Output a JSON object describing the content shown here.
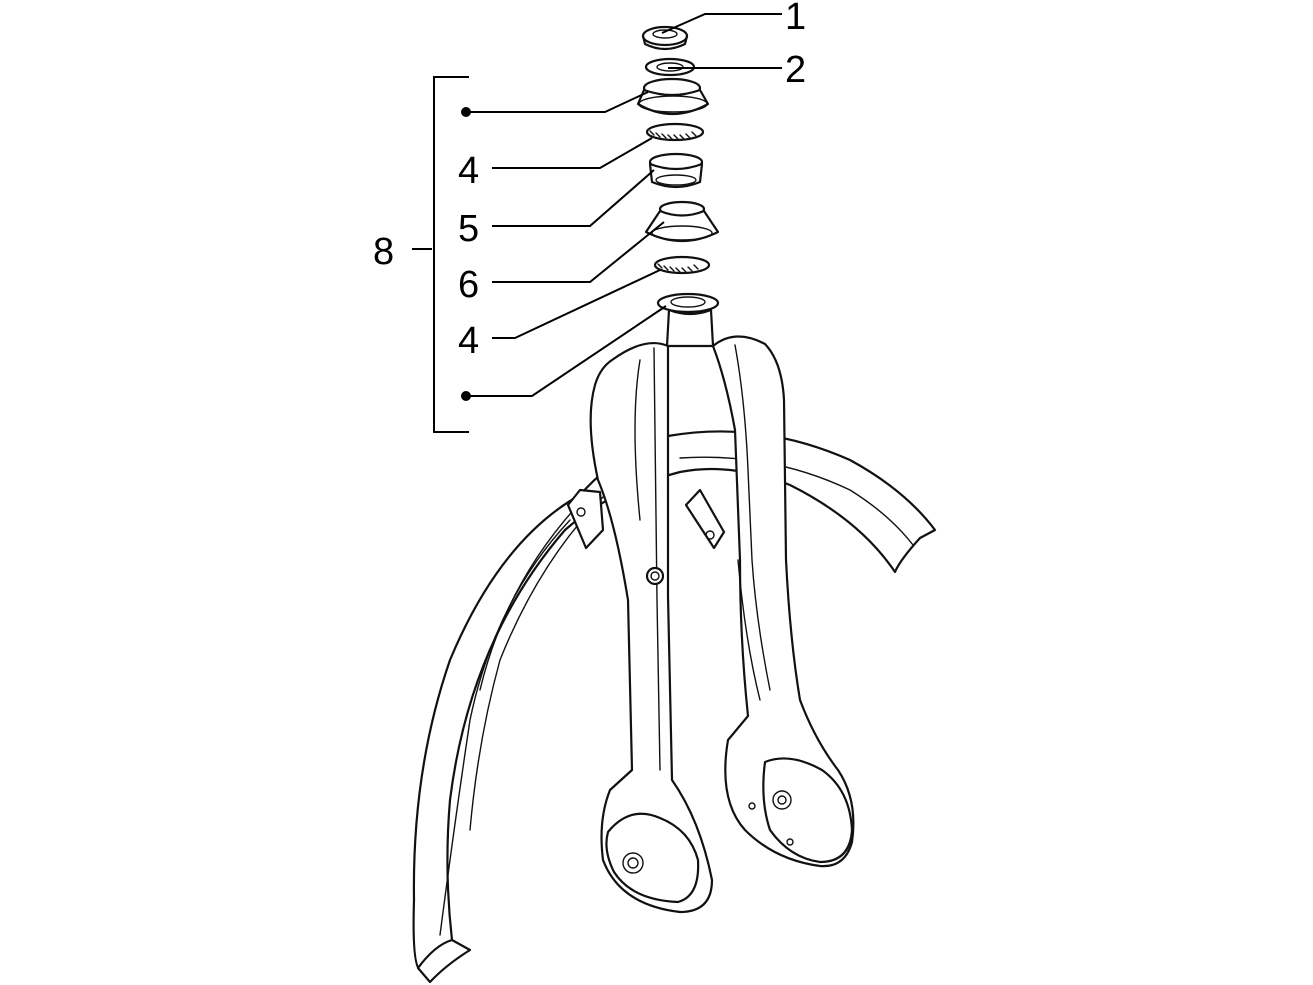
{
  "callouts": {
    "c1": "1",
    "c2": "2",
    "c4a": "4",
    "c5": "5",
    "c6": "6",
    "c4b": "4",
    "c8": "8"
  },
  "icons": {
    "bullet": "dot-bullet-icon"
  },
  "colors": {
    "ink": "#111111",
    "paper": "#ffffff"
  }
}
